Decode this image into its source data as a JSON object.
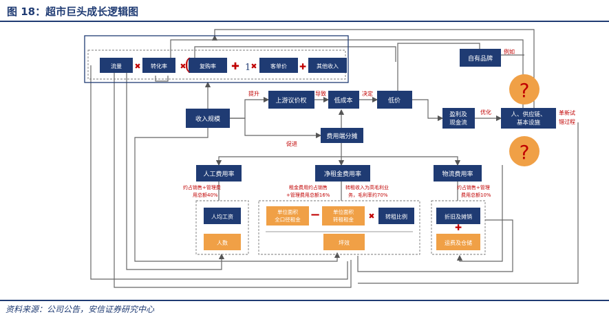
{
  "title": "图 18：超市巨头成长逻辑图",
  "source": "资料来源：公司公告，安信证券研究中心",
  "colors": {
    "navy": "#1f3b73",
    "orange": "#f0a046",
    "red": "#c00000",
    "gray": "#555555"
  },
  "nodes": {
    "traffic": "流量",
    "conversion": "转化率",
    "repurchase": "复购率",
    "plus_one": "1",
    "aov": "客单价",
    "other_income": "其他收入",
    "private_label": "自有品牌",
    "upstream_bargain": "上游议价权",
    "low_cost": "低成本",
    "low_price": "低价",
    "revenue_scale": "收入规模",
    "expense_amort": "费用端分摊",
    "profit_cash": [
      "盈利及",
      "现金流"
    ],
    "people_supply": [
      "人、供应链、",
      "基本设施"
    ],
    "question_mark": "?",
    "labor_rate": "人工费用率",
    "rent_rate": "净租金费用率",
    "logistics_rate": "物流费用率",
    "per_capita_wage": "人均工资",
    "headcount": "人数",
    "unit_area_rent_total": [
      "单位面积",
      "全口径租金"
    ],
    "unit_area_sublease": [
      "单位面积",
      "转租租金"
    ],
    "sublease_ratio": "转租比例",
    "floor_efficiency": "坪效",
    "depreciation": "折旧及摊销",
    "freight_storage": "运费及仓储"
  },
  "annotations": {
    "example": "例如",
    "raise": "提升",
    "lead_to": "导致",
    "decide": "决定",
    "optimize": "优化",
    "promote": "促进",
    "reform": [
      "革新试",
      "错过程"
    ],
    "labor_share": [
      "约占销售+管理费",
      "用总额40%"
    ],
    "rent_share": [
      "租金费用约占销售",
      "+管理费用总额16%"
    ],
    "sublease_note": [
      "转租收入为高毛利业",
      "务，毛利率约70%"
    ],
    "logistics_share": [
      "约占销售+管理",
      "费用总额10%"
    ]
  }
}
